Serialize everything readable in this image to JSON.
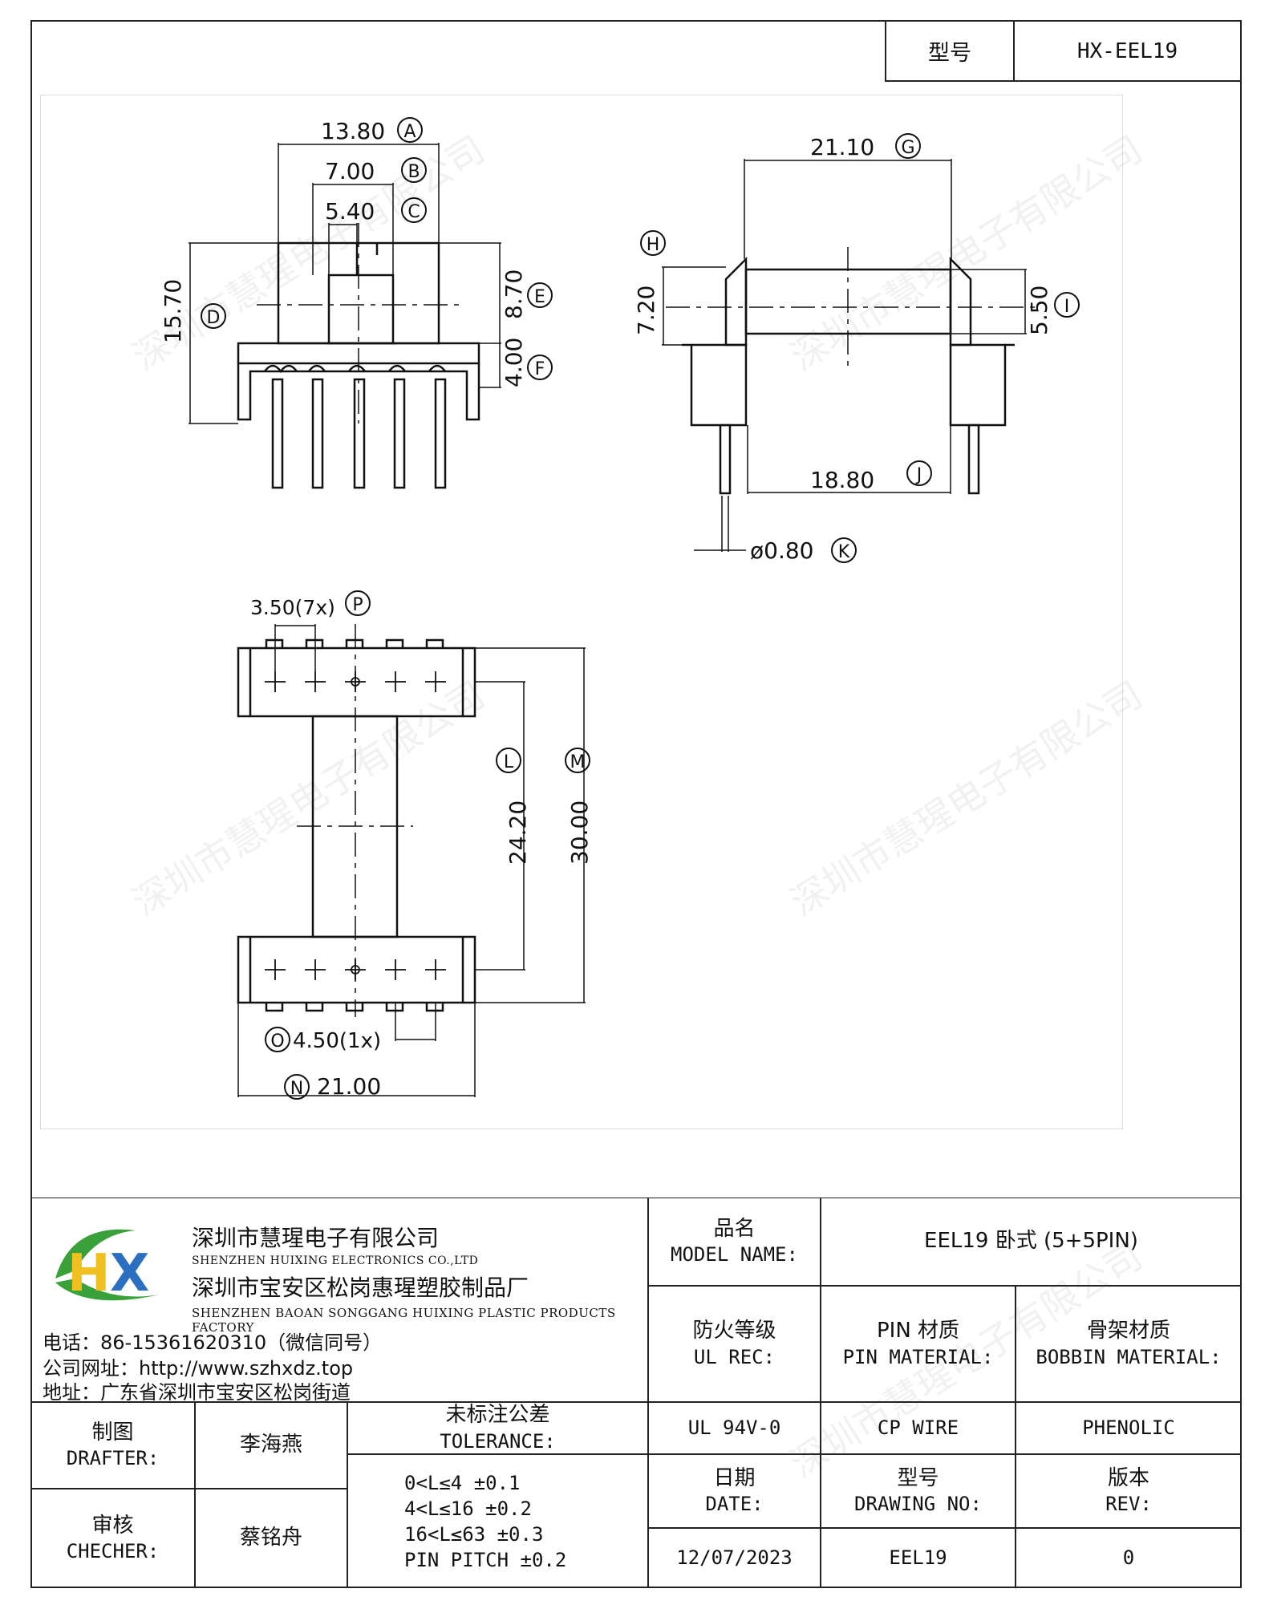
{
  "header": {
    "model_label": "型号",
    "model_value": "HX-EEL19"
  },
  "dimensions": {
    "A": "13.80",
    "B": "7.00",
    "C": "5.40",
    "D": "15.70",
    "E": "8.70",
    "F": "4.00",
    "G": "21.10",
    "H": "7.20",
    "I": "5.50",
    "J": "18.80",
    "K": "ø0.80",
    "P": "3.50(7x)",
    "L": "24.20",
    "M": "30.00",
    "O": "4.50(1x)",
    "N": "21.00"
  },
  "watermark": "深圳市慧瑆电子有限公司",
  "company": {
    "name_cn": "深圳市慧瑆电子有限公司",
    "name_en": "SHENZHEN HUIXING ELECTRONICS CO.,LTD",
    "factory_cn": "深圳市宝安区松岗惠瑆塑胶制品厂",
    "factory_en": "SHENZHEN BAOAN SONGGANG HUIXING PLASTIC PRODUCTS FACTORY",
    "phone": "电话：86-15361620310（微信同号）",
    "website": "公司网址：http://www.szhxdz.top",
    "address": "地址：广东省深圳市宝安区松岗街道",
    "logo_colors": {
      "green": "#3aa03a",
      "yellow": "#f0c020",
      "blue": "#2a6fc0"
    }
  },
  "title_block": {
    "model_name_cn": "品名",
    "model_name_en": "MODEL NAME:",
    "model_name_value": "EEL19 卧式 (5+5PIN)",
    "ul_cn": "防火等级",
    "ul_en": "UL REC:",
    "pin_cn": "PIN 材质",
    "pin_en": "PIN MATERIAL:",
    "bobbin_cn": "骨架材质",
    "bobbin_en": "BOBBIN MATERIAL:",
    "ul_value": "UL 94V-0",
    "pin_value": "CP WIRE",
    "bobbin_value": "PHENOLIC",
    "drafter_cn": "制图",
    "drafter_en": "DRAFTER:",
    "drafter_name": "李海燕",
    "checker_cn": "审核",
    "checker_en": "CHECHER:",
    "checker_name": "蔡铭舟",
    "tolerance_cn": "未标注公差",
    "tolerance_en": "TOLERANCE:",
    "tolerances": [
      "0<L≤4  ±0.1",
      "4<L≤16  ±0.2",
      "16<L≤63  ±0.3",
      "PIN PITCH  ±0.2"
    ],
    "date_cn": "日期",
    "date_en": "DATE:",
    "date_value": "12/07/2023",
    "drawing_cn": "型号",
    "drawing_en": "DRAWING NO:",
    "drawing_value": "EEL19",
    "rev_cn": "版本",
    "rev_en": "REV:",
    "rev_value": "0"
  }
}
